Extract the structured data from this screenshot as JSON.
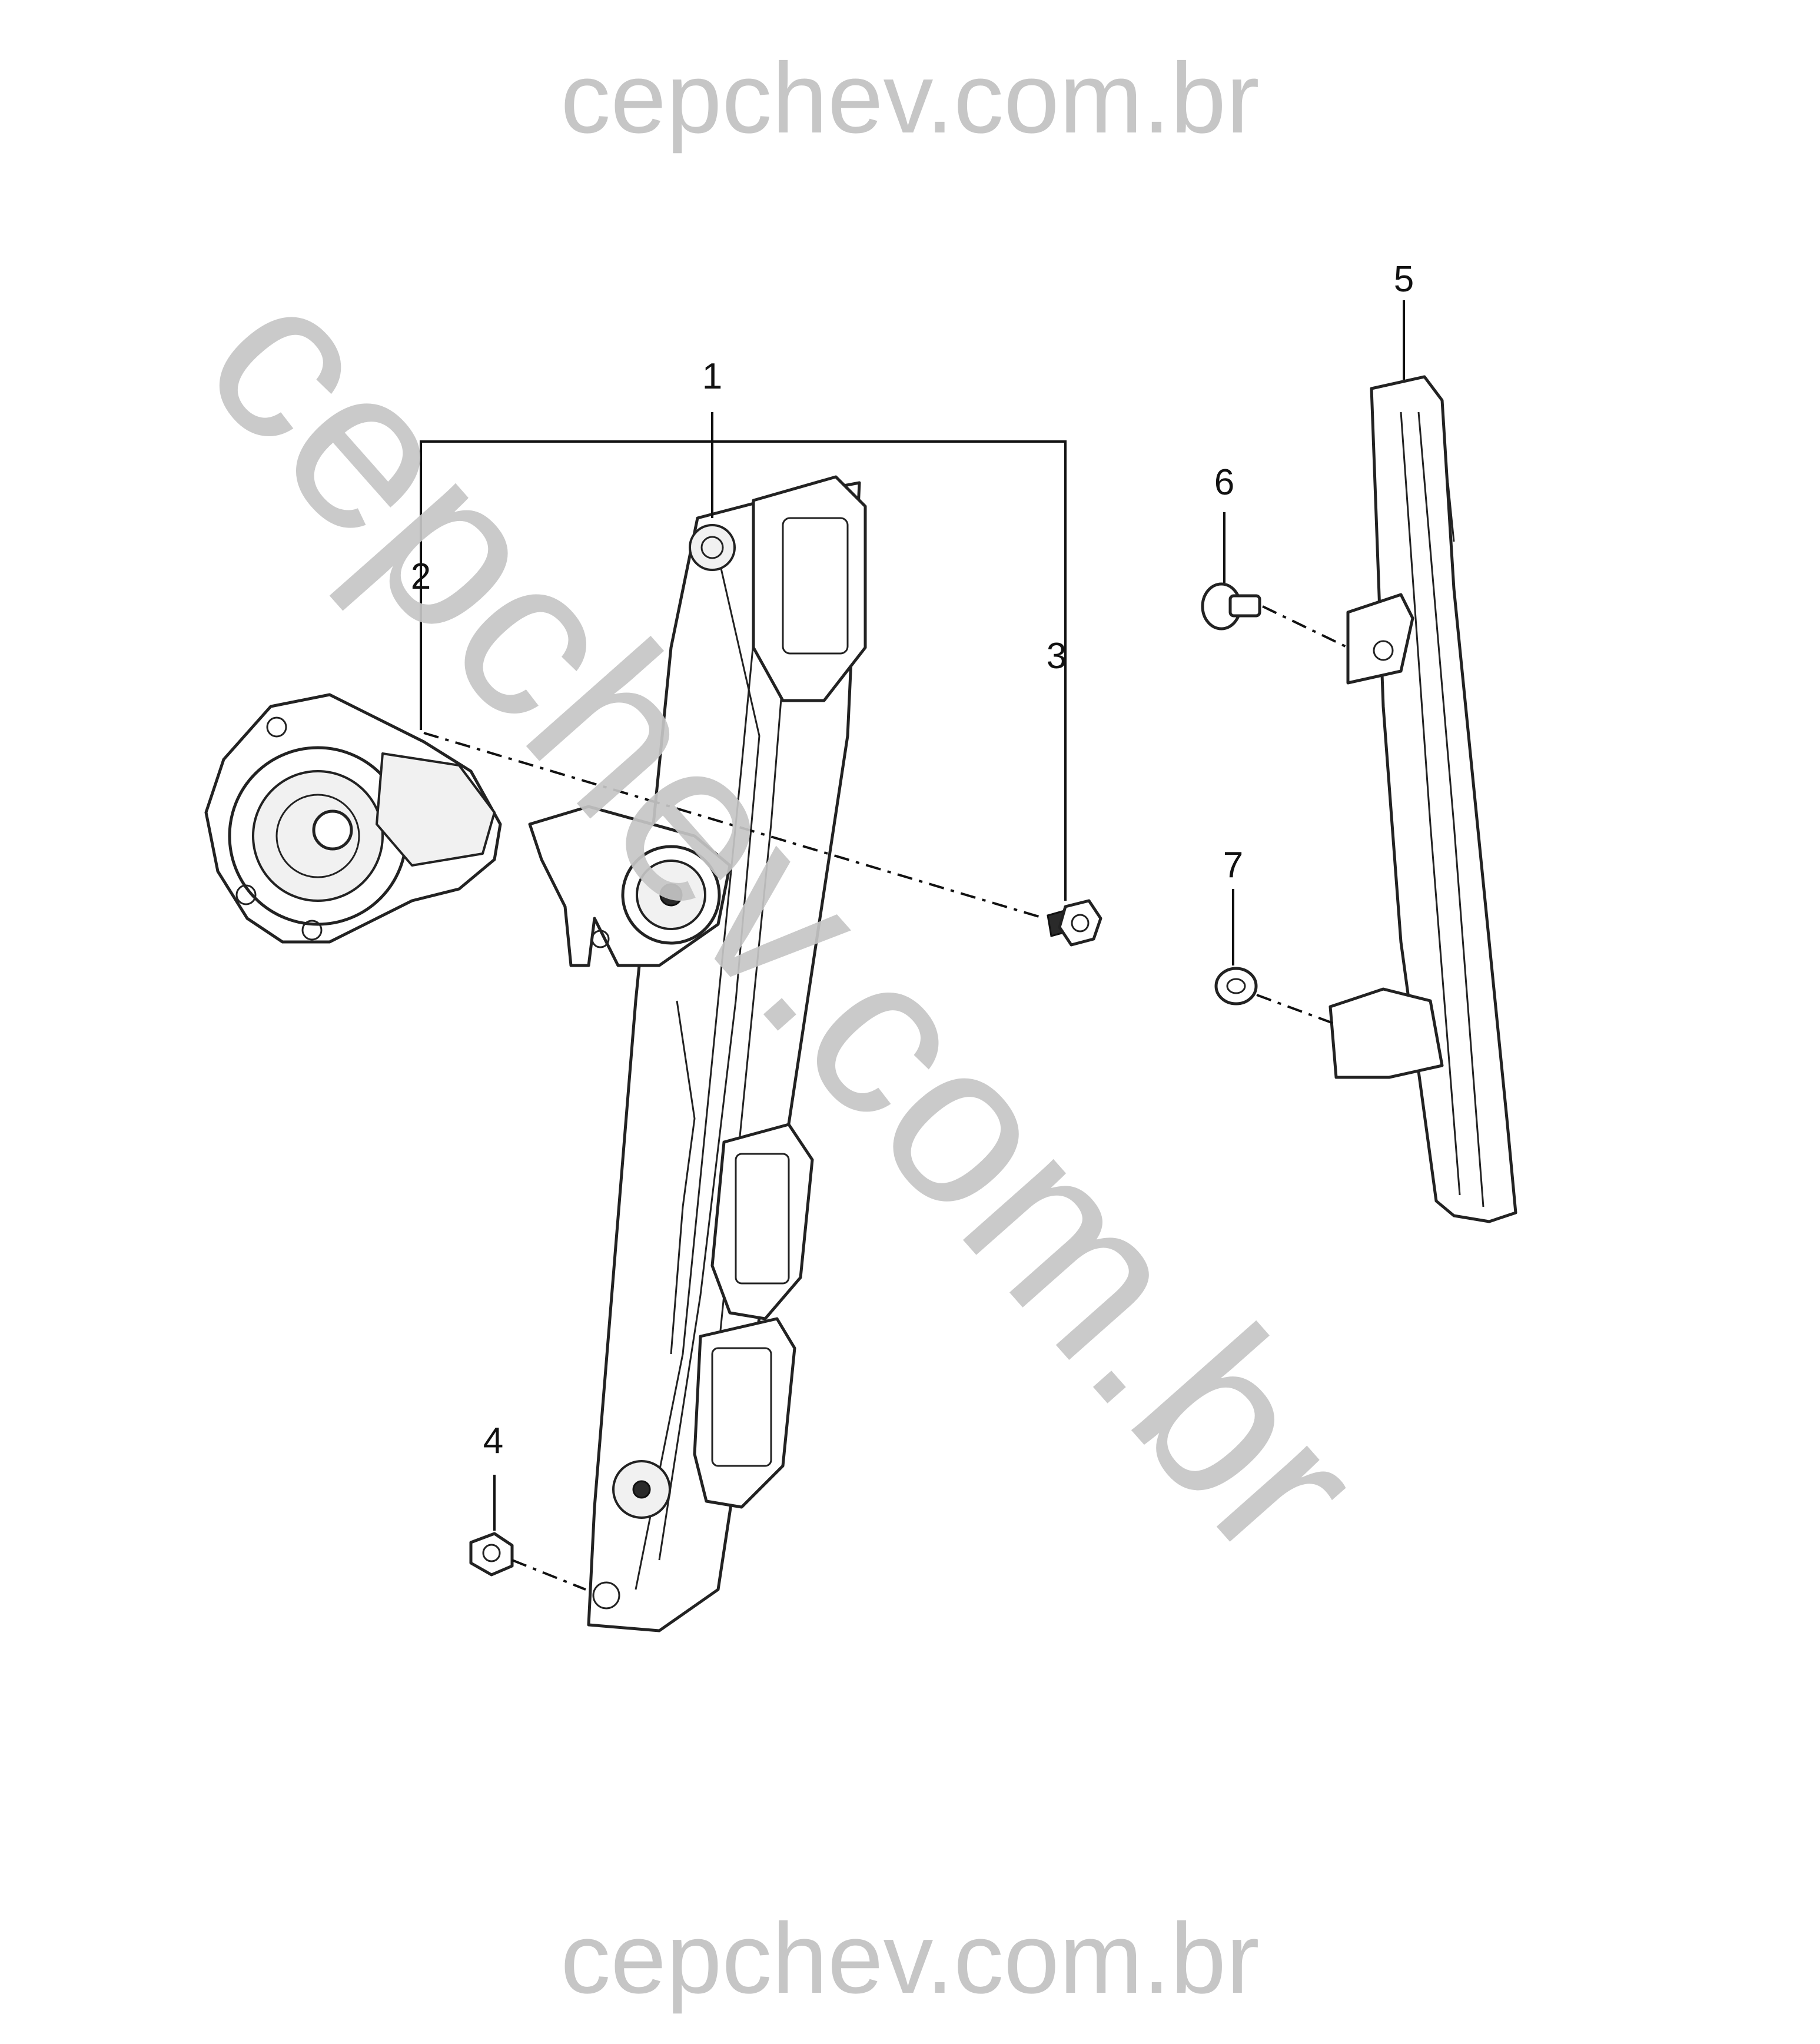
{
  "watermark": {
    "top": "cepchev.com.br",
    "diagonal": "cepchev.com.br",
    "bottom": "cepchev.com.br"
  },
  "callouts": {
    "c1": "1",
    "c2": "2",
    "c3": "3",
    "c4": "4",
    "c5": "5",
    "c6": "6",
    "c7": "7"
  }
}
